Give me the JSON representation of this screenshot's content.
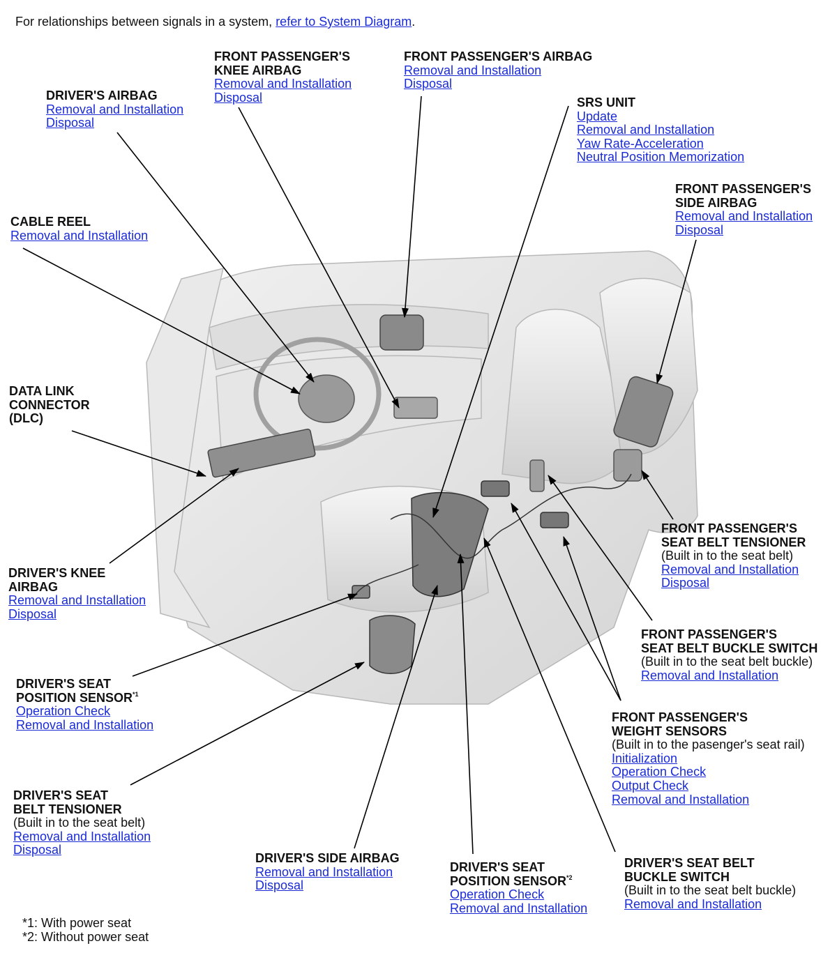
{
  "intro": {
    "prefix": "For relationships between signals in a system, ",
    "link": "refer to System Diagram",
    "suffix": "."
  },
  "callouts": {
    "drivers_airbag": {
      "title": "DRIVER'S AIRBAG",
      "links": [
        "Removal and Installation",
        "Disposal"
      ]
    },
    "front_pass_knee_airbag": {
      "title": "FRONT PASSENGER'S\nKNEE AIRBAG",
      "links": [
        "Removal and Installation",
        "Disposal"
      ]
    },
    "front_pass_airbag": {
      "title": "FRONT PASSENGER'S AIRBAG",
      "links": [
        "Removal and Installation",
        "Disposal"
      ]
    },
    "srs_unit": {
      "title": "SRS UNIT",
      "links": [
        "Update",
        "Removal and Installation",
        "Yaw Rate-Acceleration ",
        "Neutral Position Memorization"
      ]
    },
    "front_pass_side_airbag": {
      "title": "FRONT PASSENGER'S\nSIDE AIRBAG",
      "links": [
        "Removal and Installation",
        "Disposal"
      ]
    },
    "cable_reel": {
      "title": "CABLE REEL",
      "links": [
        "Removal and Installation"
      ]
    },
    "dlc": {
      "title": "DATA LINK\nCONNECTOR\n(DLC)",
      "links": []
    },
    "front_pass_belt_tensioner": {
      "title": "FRONT PASSENGER'S\nSEAT BELT TENSIONER",
      "note": "(Built in to the seat belt)",
      "links": [
        "Removal and Installation",
        "Disposal"
      ]
    },
    "drivers_knee_airbag": {
      "title": "DRIVER'S KNEE\nAIRBAG",
      "links": [
        "Removal and Installation",
        "Disposal"
      ]
    },
    "front_pass_buckle_switch": {
      "title": "FRONT PASSENGER'S\nSEAT BELT BUCKLE SWITCH",
      "note": "(Built in to the seat belt buckle)",
      "links": [
        "Removal and Installation"
      ]
    },
    "drivers_seat_pos_sensor_1": {
      "title": "DRIVER'S SEAT\nPOSITION SENSOR",
      "sup": "*1",
      "links": [
        "Operation Check",
        "Removal and Installation"
      ]
    },
    "front_pass_weight_sensors": {
      "title": "FRONT PASSENGER'S\nWEIGHT SENSORS",
      "note": "(Built in to the pasenger's seat rail)",
      "links": [
        "Initialization",
        "Operation Check",
        "Output Check",
        "Removal and Installation"
      ]
    },
    "drivers_belt_tensioner": {
      "title": "DRIVER'S SEAT\nBELT TENSIONER",
      "note": "(Built in to the seat belt)",
      "links": [
        "Removal and Installation",
        "Disposal"
      ]
    },
    "drivers_side_airbag": {
      "title": "DRIVER'S SIDE AIRBAG",
      "links": [
        "Removal and Installation",
        "Disposal"
      ]
    },
    "drivers_seat_pos_sensor_2": {
      "title": "DRIVER'S SEAT\nPOSITION SENSOR",
      "sup": "*2",
      "links": [
        "Operation Check",
        "Removal and Installation"
      ]
    },
    "drivers_buckle_switch": {
      "title": "DRIVER'S SEAT BELT\nBUCKLE SWITCH",
      "note": "(Built in to the seat belt buckle)",
      "links": [
        "Removal and Installation"
      ]
    }
  },
  "footnotes": [
    "*1: With power seat",
    "*2: Without power seat"
  ]
}
